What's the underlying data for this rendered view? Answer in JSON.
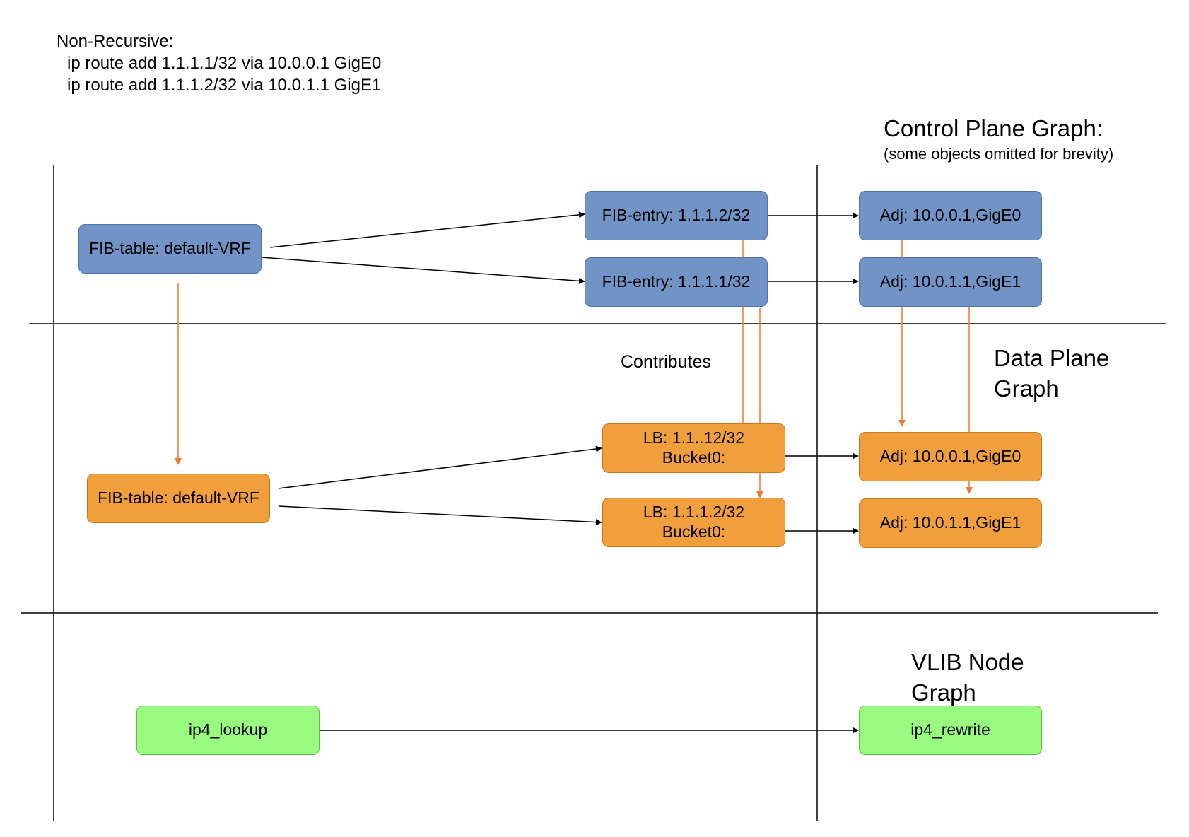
{
  "header": {
    "title": "Non-Recursive:",
    "commands": [
      "ip route add 1.1.1.1/32 via 10.0.0.1 GigE0",
      "ip route add 1.1.1.2/32 via 10.0.1.1 GigE1"
    ]
  },
  "sections": {
    "control_plane": {
      "title": "Control Plane Graph:",
      "subtitle": "(some objects omitted for brevity)"
    },
    "data_plane": {
      "title_line1": "Data Plane",
      "title_line2": "Graph"
    },
    "vlib": {
      "title_line1": "VLIB Node",
      "title_line2": "Graph"
    },
    "contributes_label": "Contributes"
  },
  "nodes": {
    "cp_fib_table": {
      "lines": [
        "FIB-table: default-VRF"
      ]
    },
    "cp_fib_entry_2": {
      "lines": [
        "FIB-entry: 1.1.1.2/32"
      ]
    },
    "cp_fib_entry_1": {
      "lines": [
        "FIB-entry: 1.1.1.1/32"
      ]
    },
    "cp_adj_0": {
      "lines": [
        "Adj: 10.0.0.1,GigE0"
      ]
    },
    "cp_adj_1": {
      "lines": [
        "Adj: 10.0.1.1,GigE1"
      ]
    },
    "dp_fib_table": {
      "lines": [
        "FIB-table: default-VRF"
      ]
    },
    "dp_lb_1": {
      "lines": [
        "LB: 1.1..12/32",
        "Bucket0:"
      ]
    },
    "dp_lb_2": {
      "lines": [
        "LB: 1.1.1.2/32",
        "Bucket0:"
      ]
    },
    "dp_adj_0": {
      "lines": [
        "Adj: 10.0.0.1,GigE0"
      ]
    },
    "dp_adj_1": {
      "lines": [
        "Adj: 10.0.1.1,GigE1"
      ]
    },
    "vlib_ip4_lookup": {
      "lines": [
        "ip4_lookup"
      ]
    },
    "vlib_ip4_rewrite": {
      "lines": [
        "ip4_rewrite"
      ]
    }
  },
  "colors": {
    "blue_fill": "#7193c6",
    "orange_fill": "#f19f3c",
    "green_fill": "#98fa7e",
    "contributes_arrow": "#ec7a34",
    "edge": "#000000"
  }
}
